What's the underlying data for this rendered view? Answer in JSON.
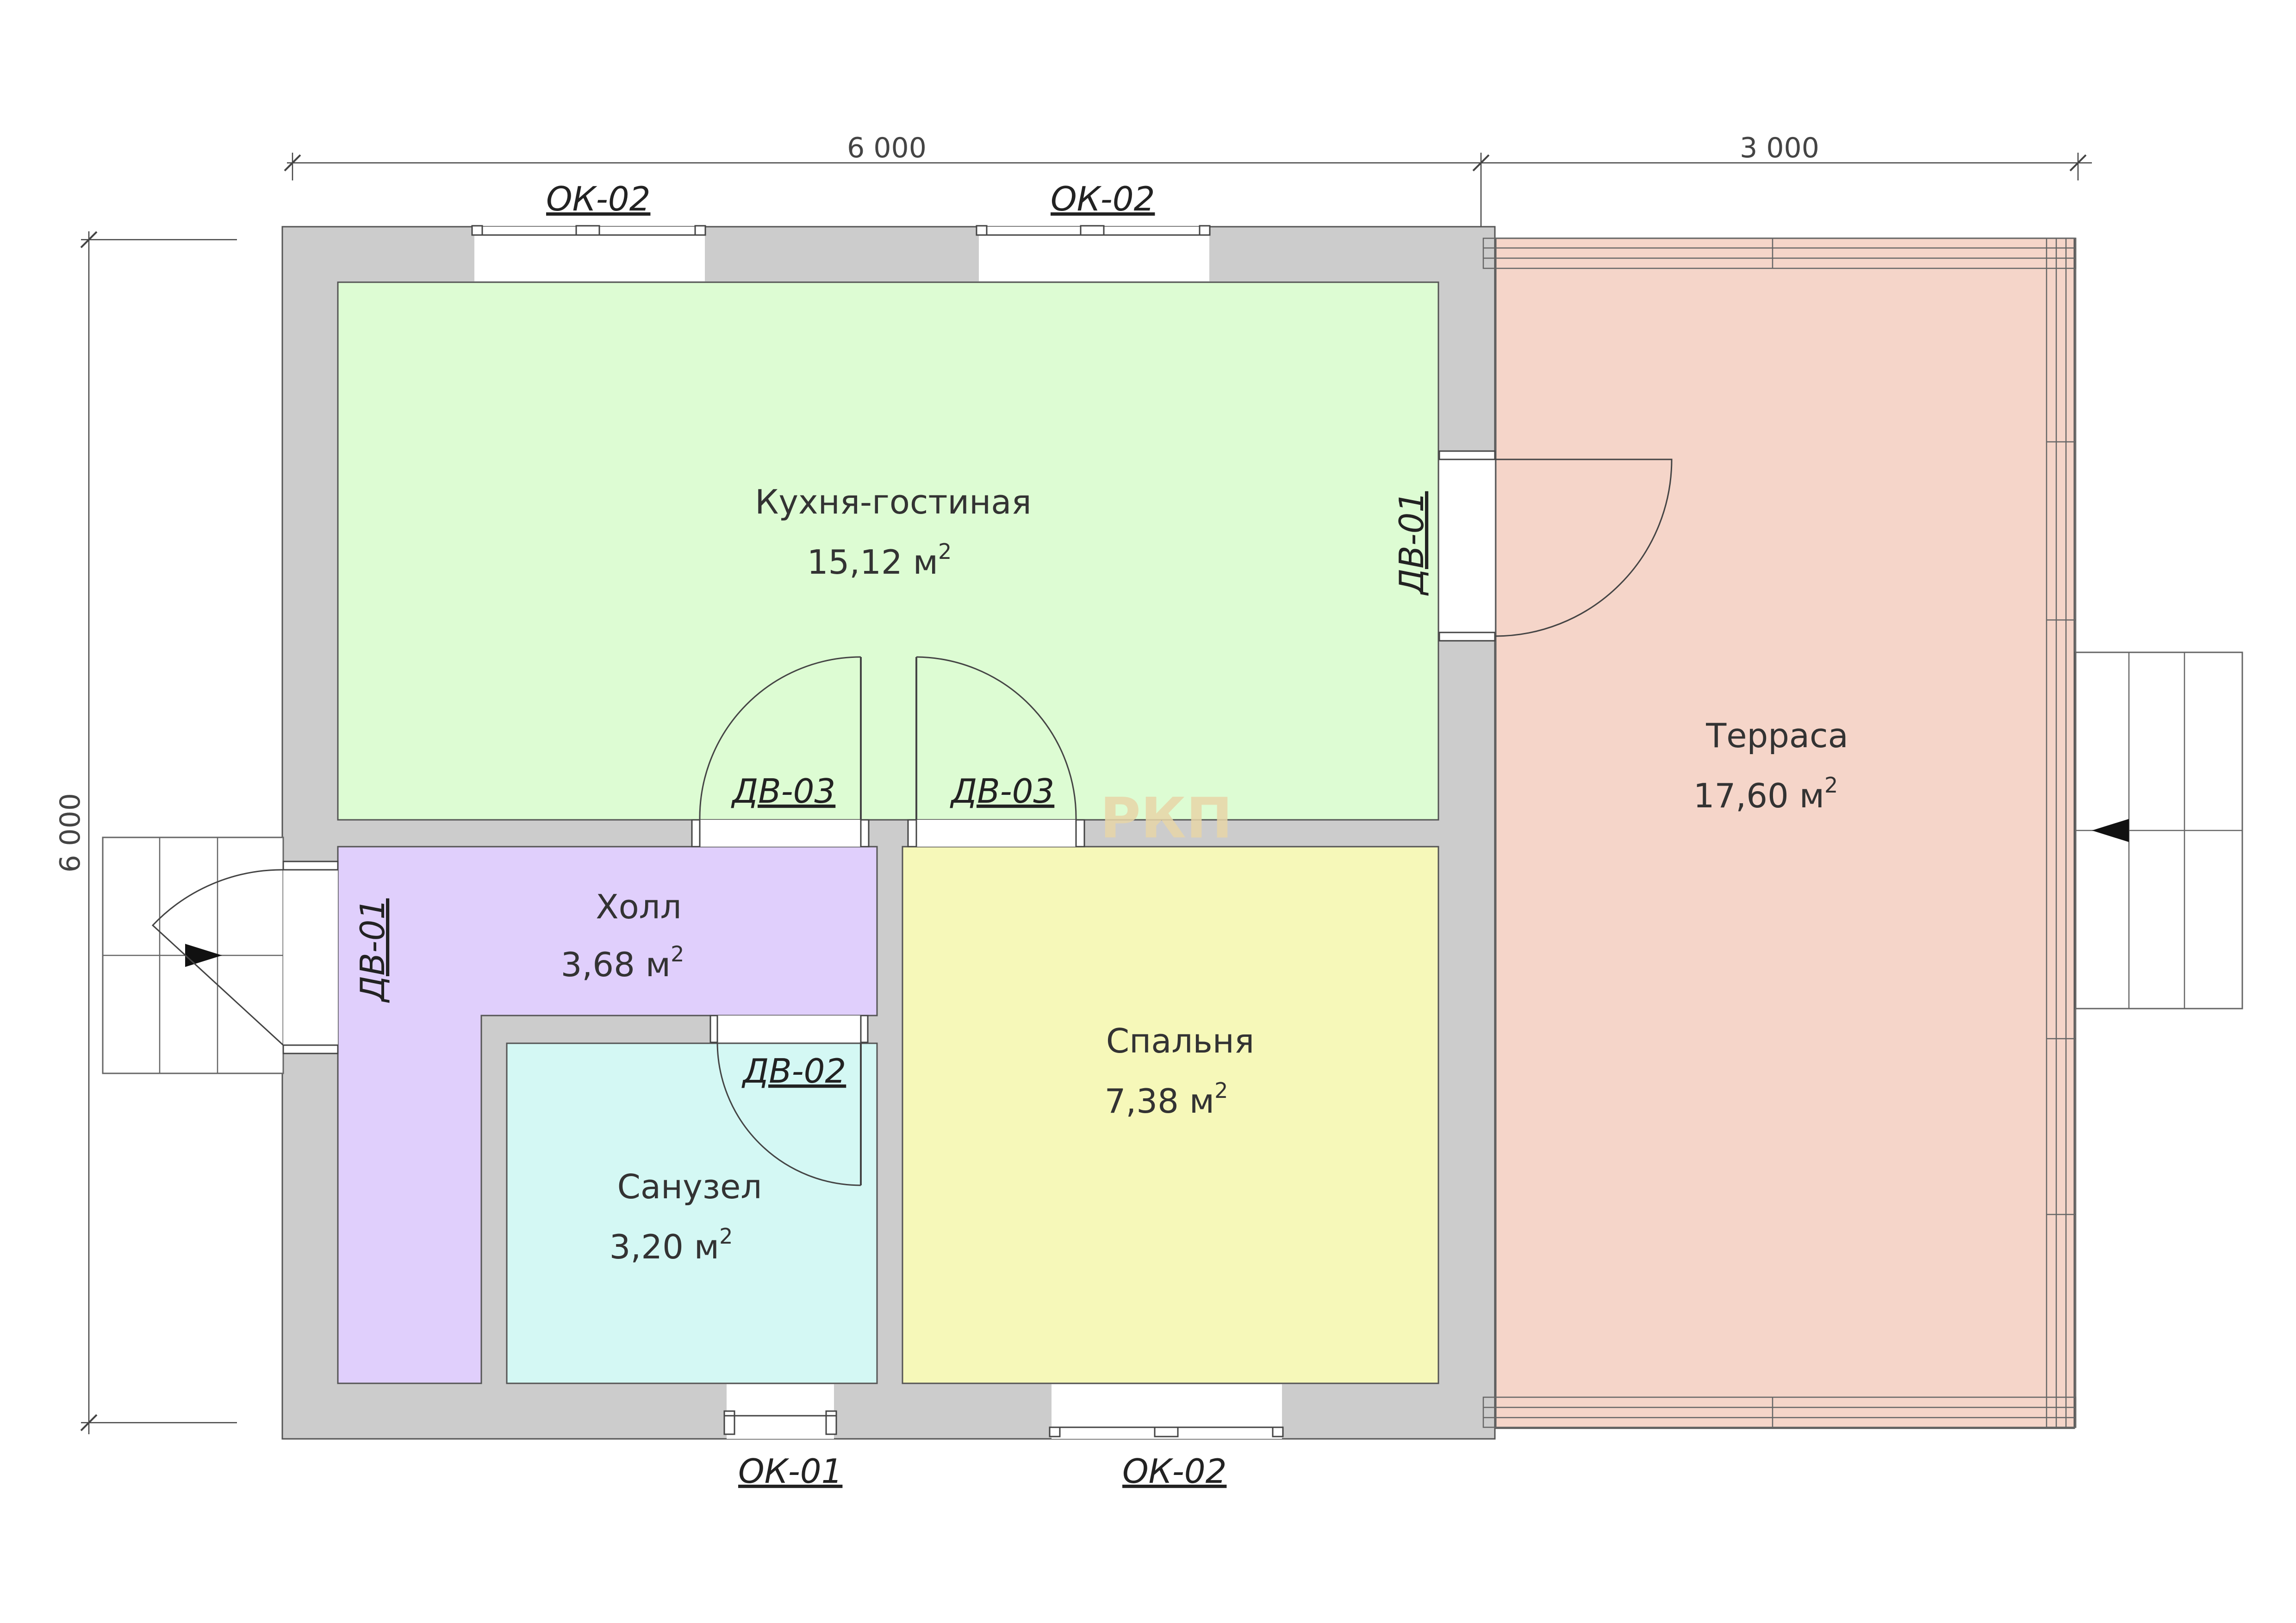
{
  "plan": {
    "colors": {
      "wall": "#cccccc",
      "kitchen": "#ddfcd3",
      "hall": "#e0cffc",
      "bathroom": "#d4f8f4",
      "bedroom": "#f6f8b9",
      "terrace": "#f5d5c9",
      "watermark": "#e8d6a8"
    },
    "dimensions": {
      "top_left": "6 000",
      "top_right": "3 000",
      "left": "6 000"
    },
    "rooms": {
      "kitchen": {
        "name": "Кухня-гостиная",
        "area": "15,12 м",
        "sup": "2"
      },
      "terrace": {
        "name": "Терраса",
        "area": "17,60 м",
        "sup": "2"
      },
      "hall": {
        "name": "Холл",
        "area": "3,68 м",
        "sup": "2"
      },
      "bedroom": {
        "name": "Спальня",
        "area": "7,38 м",
        "sup": "2"
      },
      "bathroom": {
        "name": "Санузел",
        "area": "3,20 м",
        "sup": "2"
      }
    },
    "windows": {
      "top_1": "ОК-02",
      "top_2": "ОК-02",
      "bottom_bath": "ОК-01",
      "bottom_bed": "ОК-02"
    },
    "doors": {
      "terrace_door": "ДВ-01",
      "entry_door": "ДВ-01",
      "hall_kitchen": "ДВ-03",
      "bedroom_kitchen": "ДВ-03",
      "bathroom": "ДВ-02"
    },
    "watermark": "РКП",
    "icons": {
      "entry_arrow": "arrow-right-icon",
      "terrace_arrow": "arrow-left-icon"
    }
  }
}
